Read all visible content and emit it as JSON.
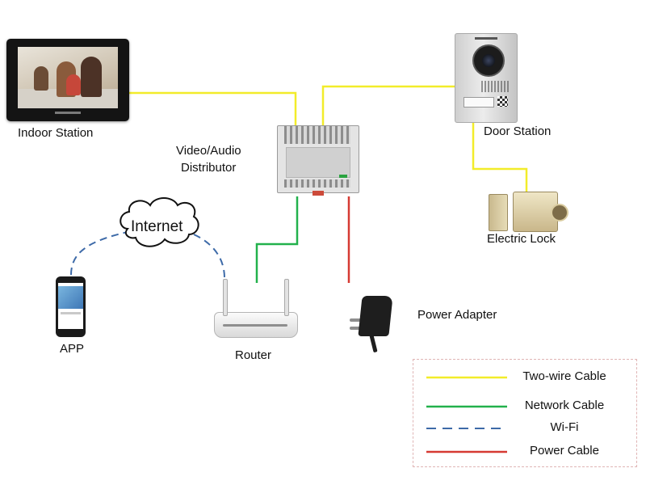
{
  "labels": {
    "indoor_station": "Indoor Station",
    "distributor_line1": "Video/Audio",
    "distributor_line2": "Distributor",
    "door_station": "Door Station",
    "electric_lock": "Electric Lock",
    "internet": "Internet",
    "app": "APP",
    "router": "Router",
    "power_adapter": "Power Adapter"
  },
  "legend": [
    {
      "label": "Two-wire Cable",
      "color": "#f2ec2a",
      "style": "solid"
    },
    {
      "label": "Network Cable",
      "color": "#22b14c",
      "style": "solid"
    },
    {
      "label": "Wi-Fi",
      "color": "#3d6aa8",
      "style": "dashed"
    },
    {
      "label": "Power Cable",
      "color": "#d63a33",
      "style": "solid"
    }
  ],
  "colors": {
    "two_wire": "#f2ec2a",
    "network": "#22b14c",
    "wifi": "#3d6aa8",
    "power": "#d63a33"
  }
}
